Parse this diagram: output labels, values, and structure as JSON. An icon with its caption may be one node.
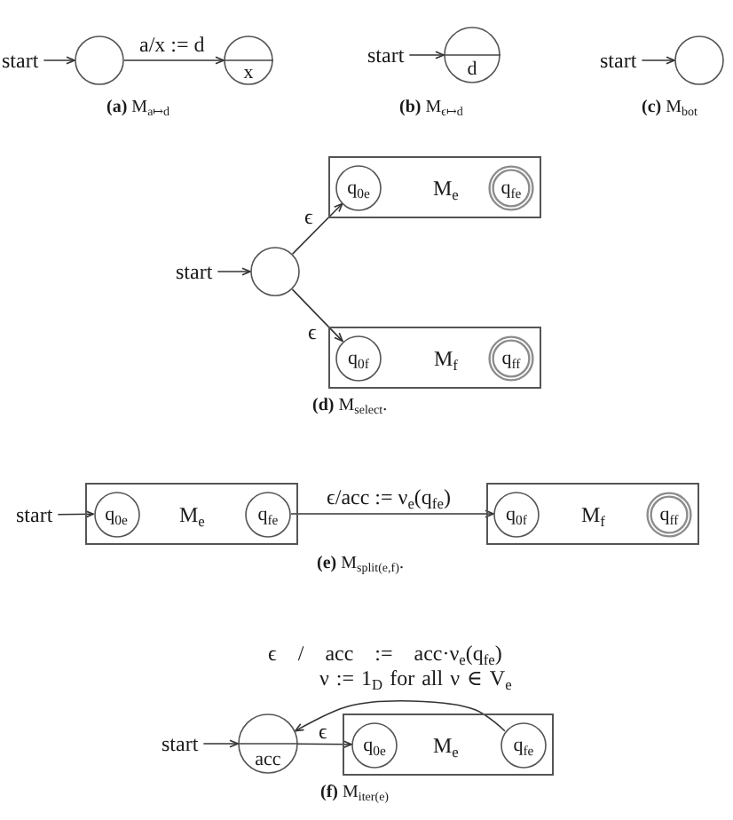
{
  "diagram": {
    "nodes": [
      {
        "text": [
          "start"
        ]
      },
      {
        "text": [],
        "shape": "circle"
      },
      {
        "text": [
          "x"
        ]
      },
      {
        "text": [
          "start"
        ]
      },
      {
        "text": [
          "d"
        ]
      },
      {
        "text": [
          "start"
        ]
      },
      {
        "text": [],
        "shape": "circle"
      },
      {
        "text": [
          "start"
        ]
      },
      {
        "text": [],
        "shape": "circle"
      },
      {
        "text": [
          "M$_{e}$"
        ]
      },
      {
        "text": [
          "q$_{0e}$"
        ],
        "in": 9
      },
      {
        "text": [
          "q$_{fe}$"
        ],
        "in": 9
      },
      {
        "text": [
          "M$_{f}$"
        ]
      },
      {
        "text": [
          "q$_{0f}$"
        ],
        "in": 12
      },
      {
        "text": [
          "q$_{ff}$"
        ],
        "in": 12
      },
      {
        "text": [
          "start"
        ]
      },
      {
        "text": [
          "M$_{e}$"
        ]
      },
      {
        "text": [
          "q$_{0e}$"
        ],
        "in": 16
      },
      {
        "text": [
          "q$_{fe}$"
        ],
        "in": 16
      },
      {
        "text": [
          "M$_{f}$"
        ]
      },
      {
        "text": [
          "q$_{0f}$"
        ],
        "in": 19
      },
      {
        "text": [
          "q$_{ff}$"
        ],
        "in": 19
      },
      {
        "text": [
          "start"
        ]
      },
      {
        "text": [
          "acc"
        ]
      },
      {
        "text": [
          "M$_{e}$"
        ]
      },
      {
        "text": [
          "q$_{0e}$"
        ],
        "in": 24
      },
      {
        "text": [
          "q$_{fe}$"
        ],
        "in": 24
      }
    ],
    "edges": [
      {
        "from": 0,
        "to": 1,
        "arrow": "to"
      },
      {
        "from": 1,
        "to": 2,
        "arrow": "to",
        "label": "a/x := d"
      },
      {
        "from": 3,
        "to": 4,
        "arrow": "to"
      },
      {
        "from": 5,
        "to": 6,
        "arrow": "to"
      },
      {
        "from": 7,
        "to": 8,
        "arrow": "to"
      },
      {
        "from": 8,
        "to": 10,
        "arrow": "to",
        "label": "ϵ"
      },
      {
        "from": 8,
        "to": 13,
        "arrow": "to",
        "label": "ϵ"
      },
      {
        "from": 15,
        "to": 17,
        "arrow": "to"
      },
      {
        "from": 18,
        "to": 20,
        "arrow": "to",
        "label": "ϵ/acc := ν$_{e}$(q$_{fe}$)"
      },
      {
        "from": 22,
        "to": 23,
        "arrow": "to"
      },
      {
        "from": 23,
        "to": 25,
        "arrow": "to",
        "label": "ϵ"
      },
      {
        "from": 26,
        "to": 23,
        "arrow": "to",
        "label": "ϵ / acc := acc·ν$_{e}$(q$_{fe}$) ν := 1$_{D}$ for all ν ∈ V$_{e}$"
      }
    ],
    "labels": [
      "**(a)** M$_{a↦d}$",
      "**(b)** M$_{ϵ↦d}$",
      "**(c)** M$_{bot}$",
      "**(d)** M$_{select}$.",
      "**(e)** M$_{split(e,f)}$.",
      "**(f)** M$_{iter(e)}$"
    ]
  }
}
